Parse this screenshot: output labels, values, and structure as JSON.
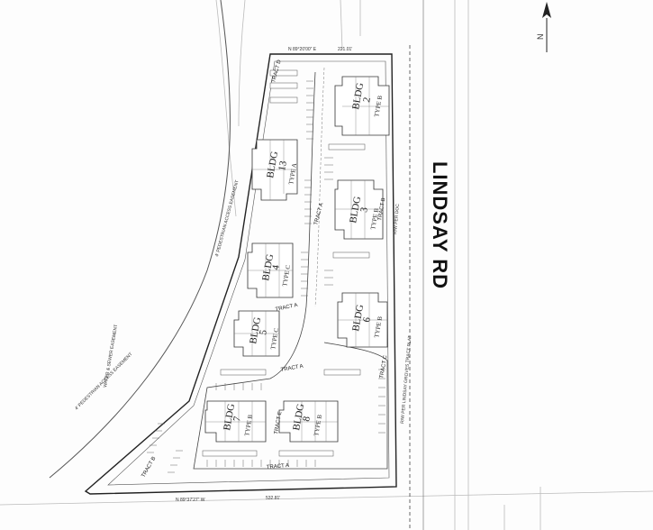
{
  "road": {
    "name": "LINDSAY RD"
  },
  "buildings": [
    {
      "id": "2",
      "label": "BLDG",
      "number": "2",
      "type": "TYPE B"
    },
    {
      "id": "13",
      "label": "BLDG",
      "number": "13",
      "type": "TYPE A"
    },
    {
      "id": "3",
      "label": "BLDG",
      "number": "3",
      "type": "TYPE B"
    },
    {
      "id": "4",
      "label": "BLDG",
      "number": "4",
      "type": "TYPE C"
    },
    {
      "id": "5",
      "label": "BLDG",
      "number": "5",
      "type": "TYPE C"
    },
    {
      "id": "6",
      "label": "BLDG",
      "number": "6",
      "type": "TYPE B"
    },
    {
      "id": "7",
      "label": "BLDG",
      "number": "7",
      "type": "TYPE B"
    },
    {
      "id": "8",
      "label": "BLDG",
      "number": "8",
      "type": "TYPE B"
    }
  ],
  "tracts": [
    "TRACT D",
    "TRACT A",
    "TRACT B",
    "TRACT C",
    "TRACT A",
    "TRACT A",
    "TRACT A",
    "TRACT E",
    "TRACT B"
  ],
  "annotations": {
    "ped_easement_1": "4' PEDESTRIAN ACCESS EASEMENT",
    "ped_easement_2": "4' PEDESTRIAN ACCESS EASEMENT",
    "sewer_easement": "WATER & SEWER EASEMENT",
    "south_row": "R/W PER LINDSAY GROVES TRACT PLAT",
    "east_row": "R/W PER DOC",
    "bearing_top": "N 89°20'00\" E",
    "bearing_bottom": "N 89°37'27\" W",
    "dist_bottom": "532.81'",
    "dist_top": "221.01'",
    "north_mark": "N"
  }
}
